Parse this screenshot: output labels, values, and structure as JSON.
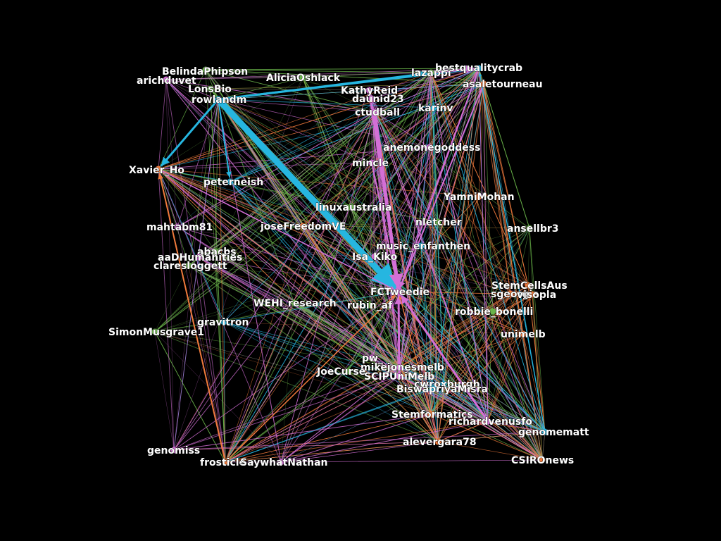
{
  "palette": {
    "pink": "#d36fd6",
    "cyan": "#26b6e0",
    "green": "#6ab44a",
    "orange": "#f07a3c",
    "edge_muted": "#8a6fb5"
  },
  "nodes": [
    {
      "id": "BelindaPhipson",
      "label": "BelindaPhipson",
      "group": "green"
    },
    {
      "id": "arichduvet",
      "label": "arichduvet",
      "group": "pink"
    },
    {
      "id": "AliciaOshlack",
      "label": "AliciaOshlack",
      "group": "green"
    },
    {
      "id": "lazappi",
      "label": "lazappi",
      "group": "green"
    },
    {
      "id": "bestqualitycrab",
      "label": "bestqualitycrab",
      "group": "cyan"
    },
    {
      "id": "LonsBio",
      "label": "LonsBio",
      "group": "green"
    },
    {
      "id": "asaletourneau",
      "label": "asaletourneau",
      "group": "orange"
    },
    {
      "id": "KathyReid",
      "label": "KathyReid",
      "group": "pink"
    },
    {
      "id": "rowlandm",
      "label": "rowlandm",
      "group": "cyan"
    },
    {
      "id": "daunid23",
      "label": "daunid23",
      "group": "pink"
    },
    {
      "id": "ctudball",
      "label": "ctudball",
      "group": "pink"
    },
    {
      "id": "karinv",
      "label": "karinv",
      "group": "cyan"
    },
    {
      "id": "anemonegoddess",
      "label": "anemonegoddess",
      "group": "pink"
    },
    {
      "id": "mincle",
      "label": "mincle",
      "group": "pink"
    },
    {
      "id": "Xavier_Ho",
      "label": "Xavier_Ho",
      "group": "orange"
    },
    {
      "id": "peterneish",
      "label": "peterneish",
      "group": "cyan"
    },
    {
      "id": "YamniMohan",
      "label": "YamniMohan",
      "group": "orange"
    },
    {
      "id": "linuxaustralia",
      "label": "linuxaustralia",
      "group": "green"
    },
    {
      "id": "mahtabm81",
      "label": "mahtabm81",
      "group": "pink"
    },
    {
      "id": "joseFreedomVE",
      "label": "joseFreedomVE",
      "group": "orange"
    },
    {
      "id": "nletcher",
      "label": "nletcher",
      "group": "green"
    },
    {
      "id": "ansellbr3",
      "label": "ansellbr3",
      "group": "green"
    },
    {
      "id": "music_enfanthen",
      "label": "music_enfanthen",
      "group": "cyan"
    },
    {
      "id": "abacbs",
      "label": "abacbs",
      "group": "green"
    },
    {
      "id": "aaDHumanities",
      "label": "aaDHumanities",
      "group": "pink"
    },
    {
      "id": "Isa_Kiko",
      "label": "Isa_Kiko",
      "group": "pink"
    },
    {
      "id": "claresloggett",
      "label": "claresloggett",
      "group": "green"
    },
    {
      "id": "StemCellsAus",
      "label": "StemCellsAus",
      "group": "orange"
    },
    {
      "id": "FCTweedie",
      "label": "FCTweedie",
      "group": "pink"
    },
    {
      "id": "sgeorgia",
      "label": "sgeorgia",
      "group": "orange"
    },
    {
      "id": "visopla",
      "label": "visopla",
      "group": "orange"
    },
    {
      "id": "WEHI_research",
      "label": "WEHI_research",
      "group": "green"
    },
    {
      "id": "rubin_af",
      "label": "rubin_af",
      "group": "green"
    },
    {
      "id": "robbie_bonelli",
      "label": "robbie_bonelli",
      "group": "green"
    },
    {
      "id": "SimonMusgrave1",
      "label": "SimonMusgrave1",
      "group": "green"
    },
    {
      "id": "gravitron",
      "label": "gravitron",
      "group": "cyan"
    },
    {
      "id": "unimelb",
      "label": "unimelb",
      "group": "orange"
    },
    {
      "id": "pw_",
      "label": "pw_",
      "group": "pink"
    },
    {
      "id": "mikejonesmelb",
      "label": "mikejonesmelb",
      "group": "pink"
    },
    {
      "id": "JoeCurse",
      "label": "JoeCurse",
      "group": "green"
    },
    {
      "id": "SCIPUniMelb",
      "label": "SCIPUniMelb",
      "group": "pink"
    },
    {
      "id": "cwroxburgh",
      "label": "cwroxburgh",
      "group": "cyan"
    },
    {
      "id": "BiswapriyaMisra",
      "label": "BiswapriyaMisra",
      "group": "cyan"
    },
    {
      "id": "Stemformatics",
      "label": "Stemformatics",
      "group": "orange"
    },
    {
      "id": "richardvenusfo",
      "label": "richardvenusfo",
      "group": "pink"
    },
    {
      "id": "genomematt",
      "label": "genomematt",
      "group": "cyan"
    },
    {
      "id": "alevergara78",
      "label": "alevergara78",
      "group": "orange"
    },
    {
      "id": "genomiss",
      "label": "genomiss",
      "group": "pink"
    },
    {
      "id": "frosticle",
      "label": "frosticle",
      "group": "orange"
    },
    {
      "id": "SaywhatNathan",
      "label": "SaywhatNathan",
      "group": "pink"
    },
    {
      "id": "CSIROnews",
      "label": "CSIROnews",
      "group": "orange"
    }
  ],
  "strong_edges": [
    {
      "source": "rowlandm",
      "target": "FCTweedie",
      "color": "cyan",
      "weight": 9
    },
    {
      "source": "rowlandm",
      "target": "Xavier_Ho",
      "color": "cyan",
      "weight": 3
    },
    {
      "source": "rowlandm",
      "target": "bestqualitycrab",
      "color": "cyan",
      "weight": 3
    },
    {
      "source": "rowlandm",
      "target": "peterneish",
      "color": "cyan",
      "weight": 2
    },
    {
      "source": "rowlandm",
      "target": "lazappi",
      "color": "cyan",
      "weight": 2
    },
    {
      "source": "ctudball",
      "target": "FCTweedie",
      "color": "pink",
      "weight": 5
    },
    {
      "source": "mincle",
      "target": "FCTweedie",
      "color": "pink",
      "weight": 2
    },
    {
      "source": "SCIPUniMelb",
      "target": "FCTweedie",
      "color": "pink",
      "weight": 3
    },
    {
      "source": "richardvenusfo",
      "target": "FCTweedie",
      "color": "pink",
      "weight": 3
    },
    {
      "source": "lazappi",
      "target": "bestqualitycrab",
      "color": "pink",
      "weight": 3
    },
    {
      "source": "asaletourneau",
      "target": "FCTweedie",
      "color": "pink",
      "weight": 2
    },
    {
      "source": "bestqualitycrab",
      "target": "FCTweedie",
      "color": "pink",
      "weight": 2
    },
    {
      "source": "KathyReid",
      "target": "FCTweedie",
      "color": "pink",
      "weight": 2
    },
    {
      "source": "frosticle",
      "target": "Xavier_Ho",
      "color": "orange",
      "weight": 2
    },
    {
      "source": "frosticle",
      "target": "FCTweedie",
      "color": "orange",
      "weight": 1.5
    },
    {
      "source": "Xavier_Ho",
      "target": "FCTweedie",
      "color": "pink",
      "weight": 1.5
    },
    {
      "source": "genomematt",
      "target": "bestqualitycrab",
      "color": "cyan",
      "weight": 1.2
    },
    {
      "source": "Stemformatics",
      "target": "FCTweedie",
      "color": "orange",
      "weight": 1.2
    }
  ]
}
